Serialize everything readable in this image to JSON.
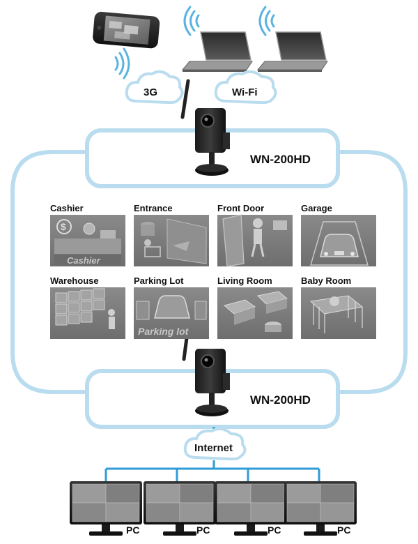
{
  "clouds": {
    "cellular": "3G",
    "wifi": "Wi-Fi",
    "internet": "Internet"
  },
  "cameras": {
    "top": "WN-200HD",
    "bottom": "WN-200HD"
  },
  "scenes": [
    {
      "label": "Cashier",
      "tile_text": "Cashier"
    },
    {
      "label": "Entrance"
    },
    {
      "label": "Front Door"
    },
    {
      "label": "Garage"
    },
    {
      "label": "Warehouse"
    },
    {
      "label": "Parking Lot",
      "tile_text": "Parking lot"
    },
    {
      "label": "Living Room"
    },
    {
      "label": "Baby Room"
    }
  ],
  "pcs": [
    {
      "label": "PC"
    },
    {
      "label": "PC"
    },
    {
      "label": "PC"
    },
    {
      "label": "PC"
    }
  ],
  "colors": {
    "loop": "#b9dcef",
    "cloud_fill": "#ffffff",
    "cloud_stroke": "#b9dcef",
    "network_line": "#2e9bd6",
    "tile_bg": "#7d7d7d",
    "wifi_waves": "#5ab3e0"
  },
  "icons": [
    "smartphone-icon",
    "laptop-icon",
    "wifi-signal-icon",
    "ip-camera-icon",
    "monitor-icon"
  ]
}
